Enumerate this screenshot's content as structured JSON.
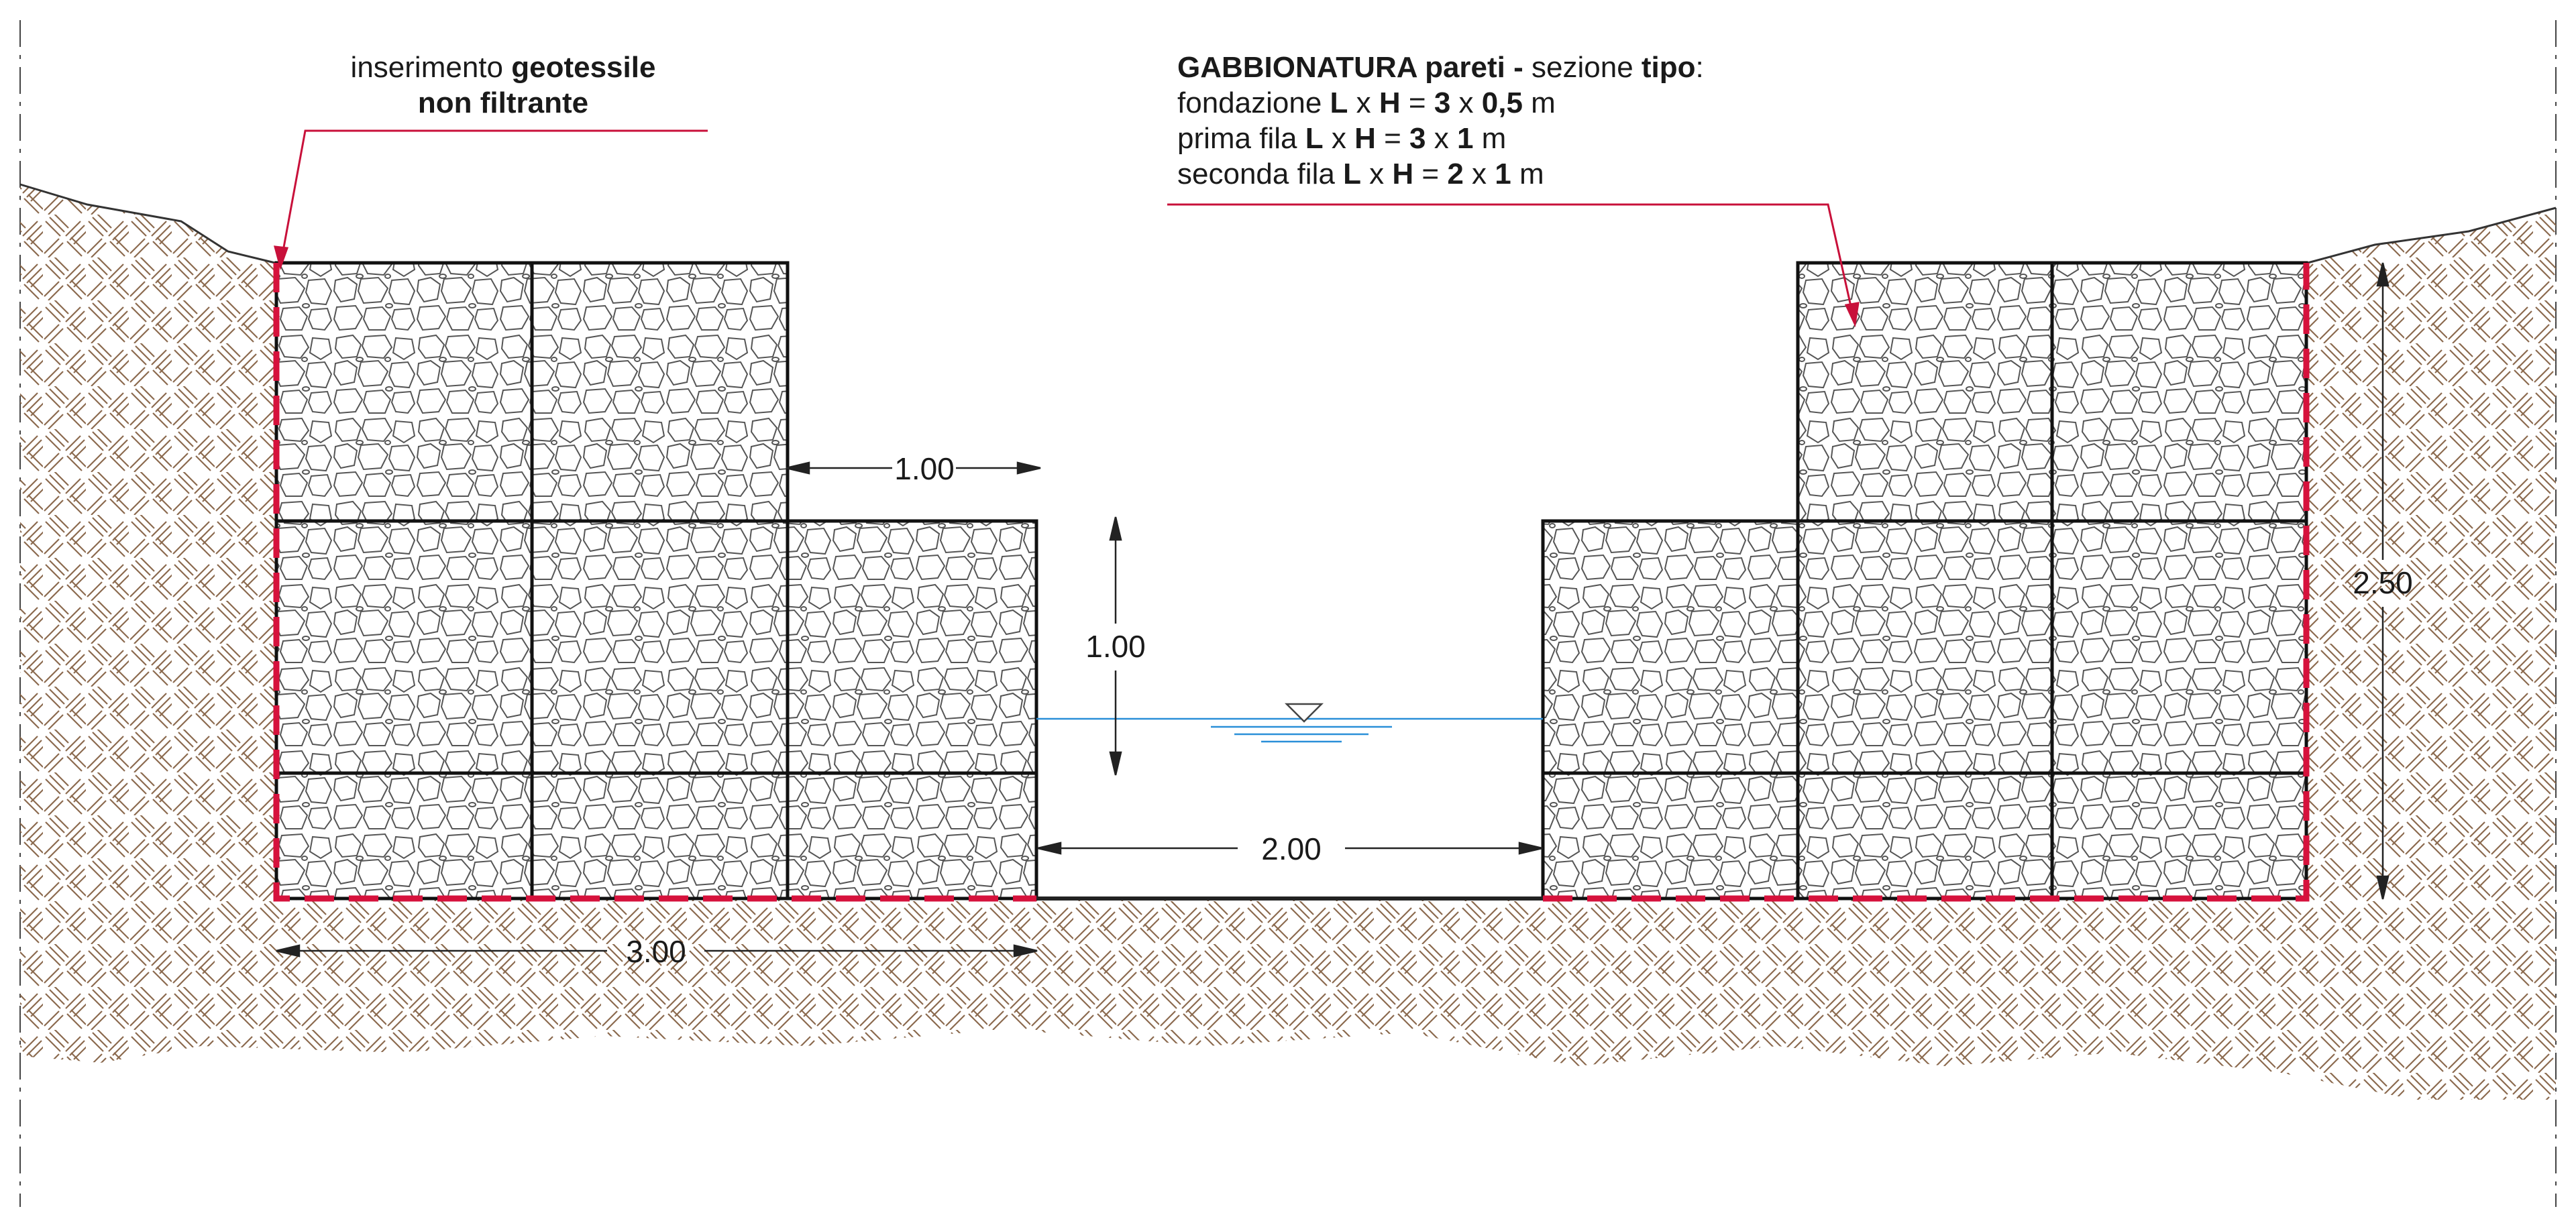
{
  "colors": {
    "soil_pattern": "#8b6a4e",
    "stone_outline": "#555555",
    "geotextile": "#d6123c",
    "water": "#2a8fd8",
    "dimension": "#222222",
    "leader": "#c8103a"
  },
  "annotations": {
    "geotextile": {
      "line1": "inserimento ",
      "line1_bold": "geotessile",
      "line2_bold": "non filtrante"
    },
    "gabion_spec": {
      "title_bold": "GABBIONATURA pareti",
      "title_sep": " - ",
      "title_rest": "sezione ",
      "title_bold2": "tipo",
      "title_end": ":",
      "row1": {
        "label": "fondazione ",
        "L": "L",
        "x1": " x ",
        "H": "H",
        "eq": " = ",
        "v1": "3",
        "x2": " x ",
        "v2": "0,5",
        "unit": " m"
      },
      "row2": {
        "label": "prima fila ",
        "L": "L",
        "x1": " x ",
        "H": "H",
        "eq": " = ",
        "v1": "3",
        "x2": " x ",
        "v2": "1",
        "unit": " m"
      },
      "row3": {
        "label": "seconda fila ",
        "L": "L",
        "x1": " x ",
        "H": "H",
        "eq": " = ",
        "v1": "2",
        "x2": " x ",
        "v2": "1",
        "unit": " m"
      }
    }
  },
  "dimensions": {
    "step_width": "1.00",
    "row_height": "1.00",
    "channel_width": "2.00",
    "base_width": "3.00",
    "total_height": "2.50"
  }
}
